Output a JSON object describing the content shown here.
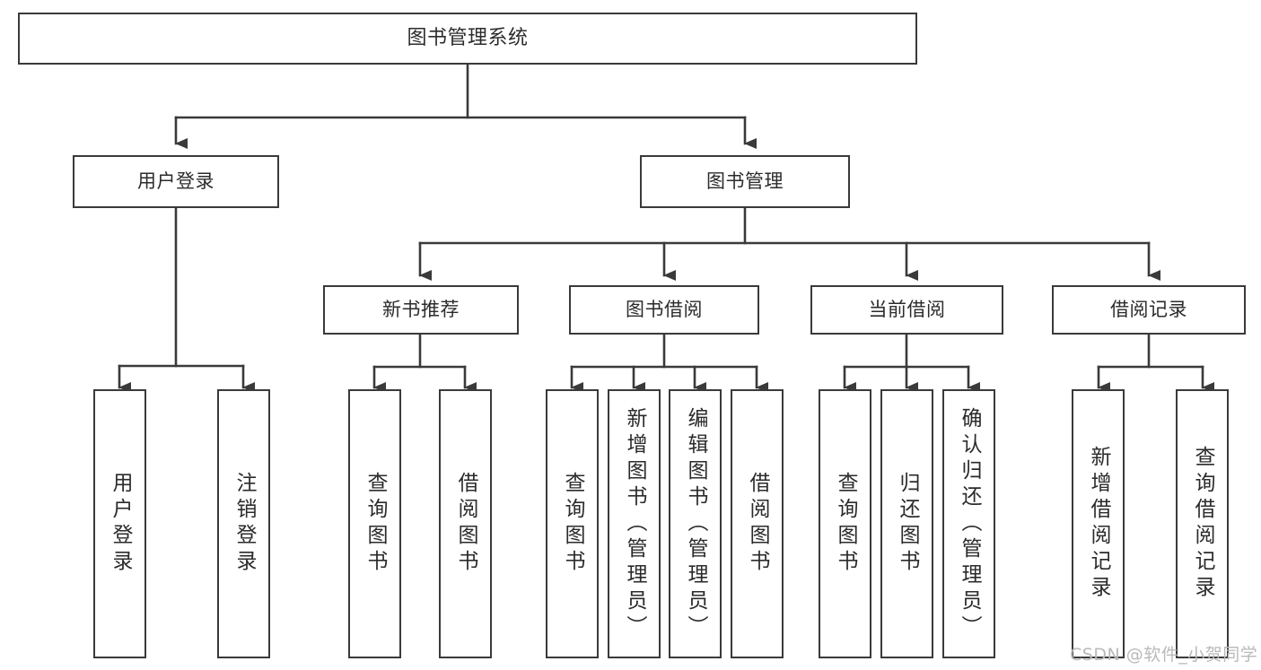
{
  "diagram": {
    "type": "tree-hierarchy",
    "title": "图书管理系统",
    "watermark": "CSDN @软件_小贺同学",
    "colors": {
      "box_border": "#3a3a3a",
      "box_fill": "#ffffff",
      "connector": "#3a3a3a",
      "text": "#2b2b2b",
      "watermark": "#b9b9b9",
      "background": "#ffffff"
    },
    "levels": {
      "level1": [
        {
          "id": "root",
          "label": "图书管理系统",
          "orientation": "horizontal"
        }
      ],
      "level2": [
        {
          "id": "user-login",
          "label": "用户登录",
          "orientation": "horizontal",
          "parent": "root"
        },
        {
          "id": "book-manage",
          "label": "图书管理",
          "orientation": "horizontal",
          "parent": "root"
        }
      ],
      "level3": [
        {
          "id": "new-book-rec",
          "label": "新书推荐",
          "orientation": "horizontal",
          "parent": "book-manage"
        },
        {
          "id": "book-borrow",
          "label": "图书借阅",
          "orientation": "horizontal",
          "parent": "book-manage"
        },
        {
          "id": "current-borrow",
          "label": "当前借阅",
          "orientation": "horizontal",
          "parent": "book-manage"
        },
        {
          "id": "borrow-record",
          "label": "借阅记录",
          "orientation": "horizontal",
          "parent": "book-manage"
        }
      ],
      "leaves": [
        {
          "id": "leaf-user-login",
          "label": "用户登录",
          "orientation": "vertical",
          "parent": "user-login"
        },
        {
          "id": "leaf-user-logout",
          "label": "注销登录",
          "orientation": "vertical",
          "parent": "user-login"
        },
        {
          "id": "leaf-query-book-1",
          "label": "查询图书",
          "orientation": "vertical",
          "parent": "new-book-rec"
        },
        {
          "id": "leaf-borrow-book-1",
          "label": "借阅图书",
          "orientation": "vertical",
          "parent": "new-book-rec"
        },
        {
          "id": "leaf-query-book-2",
          "label": "查询图书",
          "orientation": "vertical",
          "parent": "book-borrow"
        },
        {
          "id": "leaf-add-book",
          "label": "新增图书（管理员）",
          "orientation": "vertical",
          "parent": "book-borrow"
        },
        {
          "id": "leaf-edit-book",
          "label": "编辑图书（管理员）",
          "orientation": "vertical",
          "parent": "book-borrow"
        },
        {
          "id": "leaf-borrow-book-2",
          "label": "借阅图书",
          "orientation": "vertical",
          "parent": "book-borrow"
        },
        {
          "id": "leaf-query-book-3",
          "label": "查询图书",
          "orientation": "vertical",
          "parent": "current-borrow"
        },
        {
          "id": "leaf-return-book",
          "label": "归还图书",
          "orientation": "vertical",
          "parent": "current-borrow"
        },
        {
          "id": "leaf-confirm-return",
          "label": "确认归还（管理员）",
          "orientation": "vertical",
          "parent": "current-borrow"
        },
        {
          "id": "leaf-add-record",
          "label": "新增借阅记录",
          "orientation": "vertical",
          "parent": "borrow-record"
        },
        {
          "id": "leaf-query-record",
          "label": "查询借阅记录",
          "orientation": "vertical",
          "parent": "borrow-record"
        }
      ]
    }
  }
}
